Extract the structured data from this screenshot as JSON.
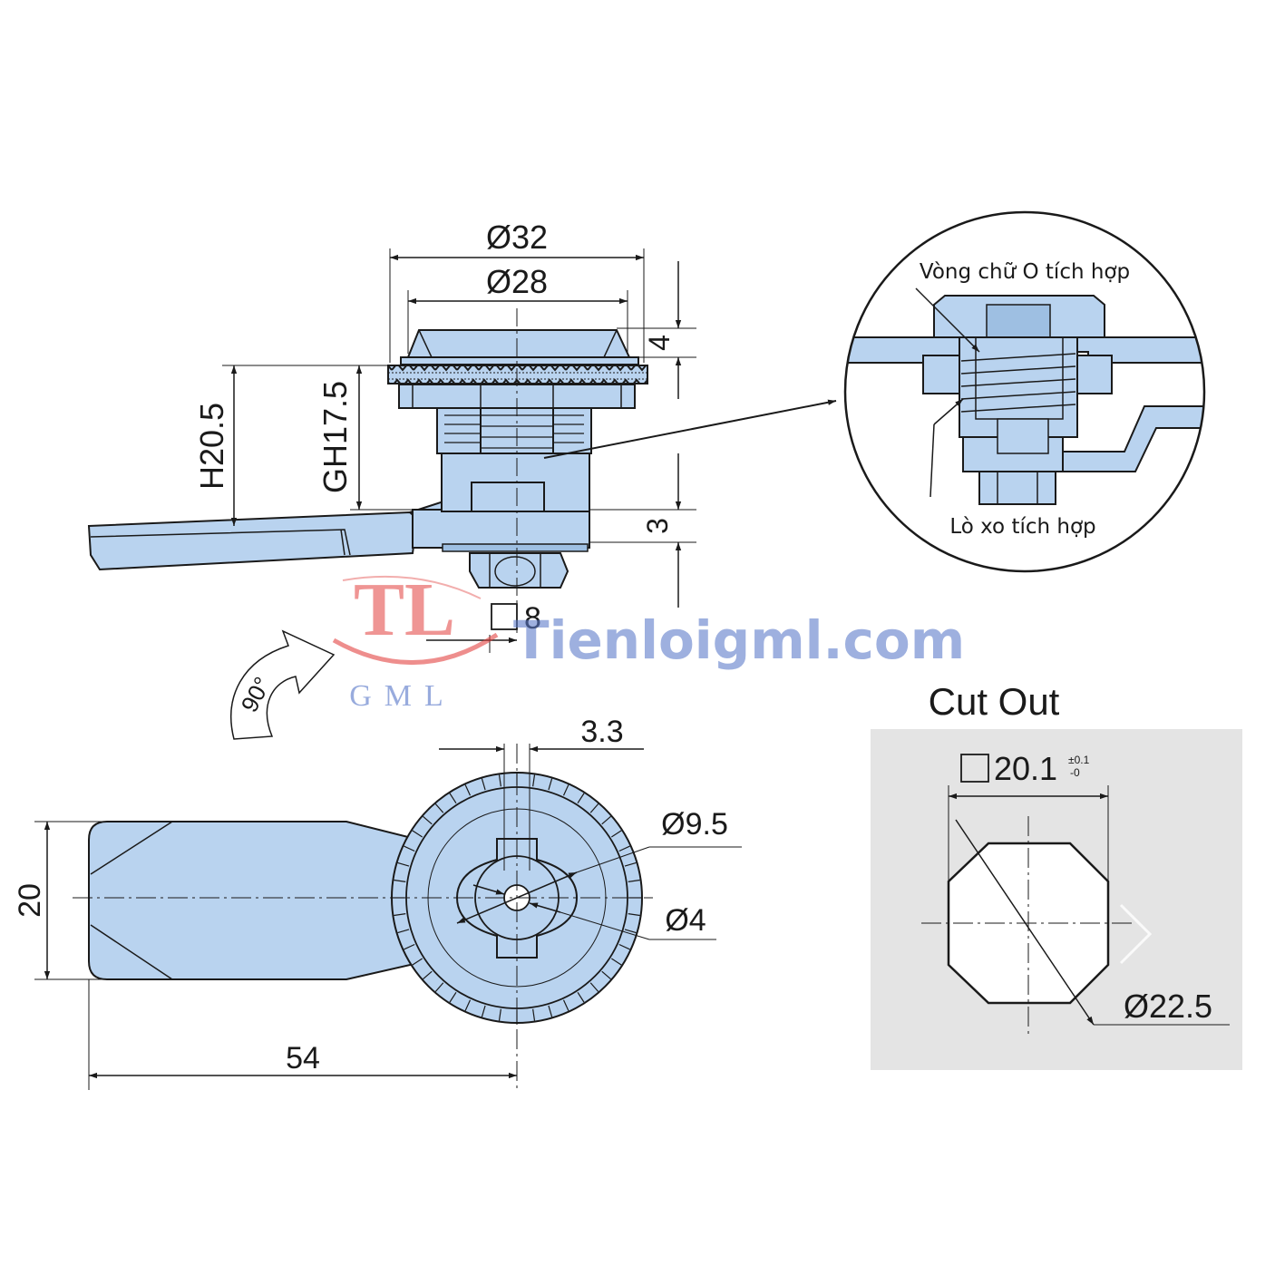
{
  "colors": {
    "part_fill": "#b9d3ef",
    "part_fill_dark": "#9ebfe2",
    "line": "#1a1a1a",
    "cutout_panel": "#e4e4e4",
    "watermark_red": "#e2403e",
    "watermark_blue": "#5c7bc9"
  },
  "dimensions": {
    "diameter_32": "Ø32",
    "diameter_28": "Ø28",
    "height_4": "4",
    "height_h": "H20.5",
    "height_gh": "GH17.5",
    "height_3": "3",
    "square_8": "8",
    "rotation": "90°",
    "width_3_3": "3.3",
    "diameter_9_5": "Ø9.5",
    "diameter_4": "Ø4",
    "width_20": "20",
    "length_54": "54"
  },
  "detail": {
    "label_oring": "Vòng chữ O tích hợp",
    "label_spring": "Lò xo tích hợp"
  },
  "cutout": {
    "title": "Cut Out",
    "square_value": "20.1",
    "tol_plus": "±0.1",
    "tol_minus": "-0",
    "diameter": "Ø22.5"
  },
  "watermark": {
    "site": "Tienloigml.com",
    "logo_letters": "TL",
    "logo_sub": "GML"
  }
}
